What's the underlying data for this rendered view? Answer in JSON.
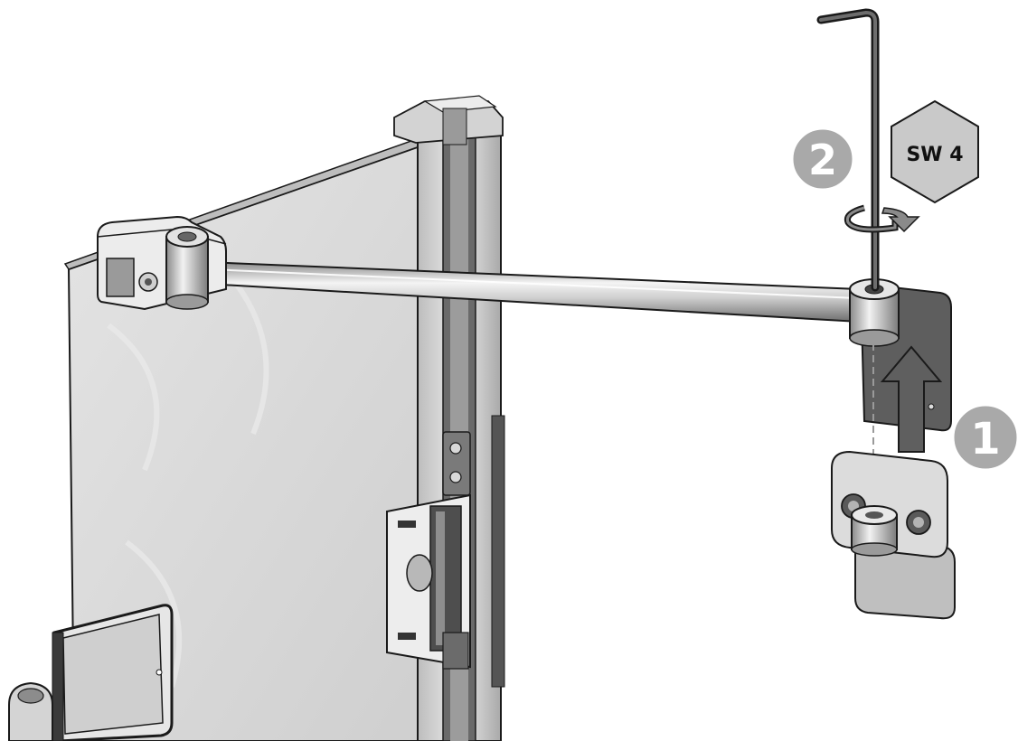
{
  "diagram": {
    "steps": [
      {
        "label": "1"
      },
      {
        "label": "2"
      }
    ],
    "wrench_size": "SW 4",
    "colors": {
      "badge": "#a9a9a9",
      "hex_badge": "#c9c9c9",
      "arrow": "#5f5f5f",
      "outline": "#1a1a1a",
      "glass": "#d9d9d9",
      "metal_dark": "#555555"
    }
  }
}
